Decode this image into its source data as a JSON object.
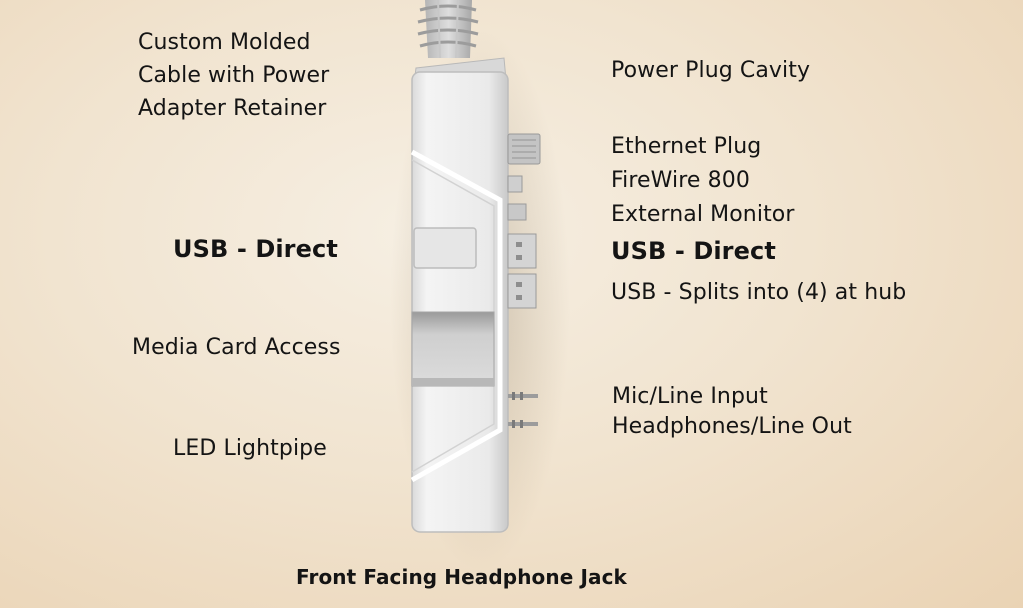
{
  "labels": {
    "custom_molded": [
      "Custom Molded",
      "Cable with Power",
      "Adapter Retainer"
    ],
    "power_plug_cavity": "Power Plug Cavity",
    "ethernet_plug": "Ethernet Plug",
    "firewire": "FireWire 800",
    "external_monitor": "External Monitor",
    "usb_direct_right": "USB - Direct",
    "usb_splits": "USB - Splits into (4) at hub",
    "usb_direct_left": "USB - Direct",
    "media_card_access": "Media Card Access",
    "mic_line_input": "Mic/Line Input",
    "headphones_line_out": "Headphones/Line Out",
    "led_lightpipe": "LED Lightpipe",
    "front_facing_jack": "Front Facing Headphone Jack"
  },
  "colors": {
    "background_center": "#f6efe3",
    "background_edge": "#ead3b4",
    "device_body": "#ececec",
    "device_edge": "#cfcfcf",
    "text": "#141414"
  }
}
